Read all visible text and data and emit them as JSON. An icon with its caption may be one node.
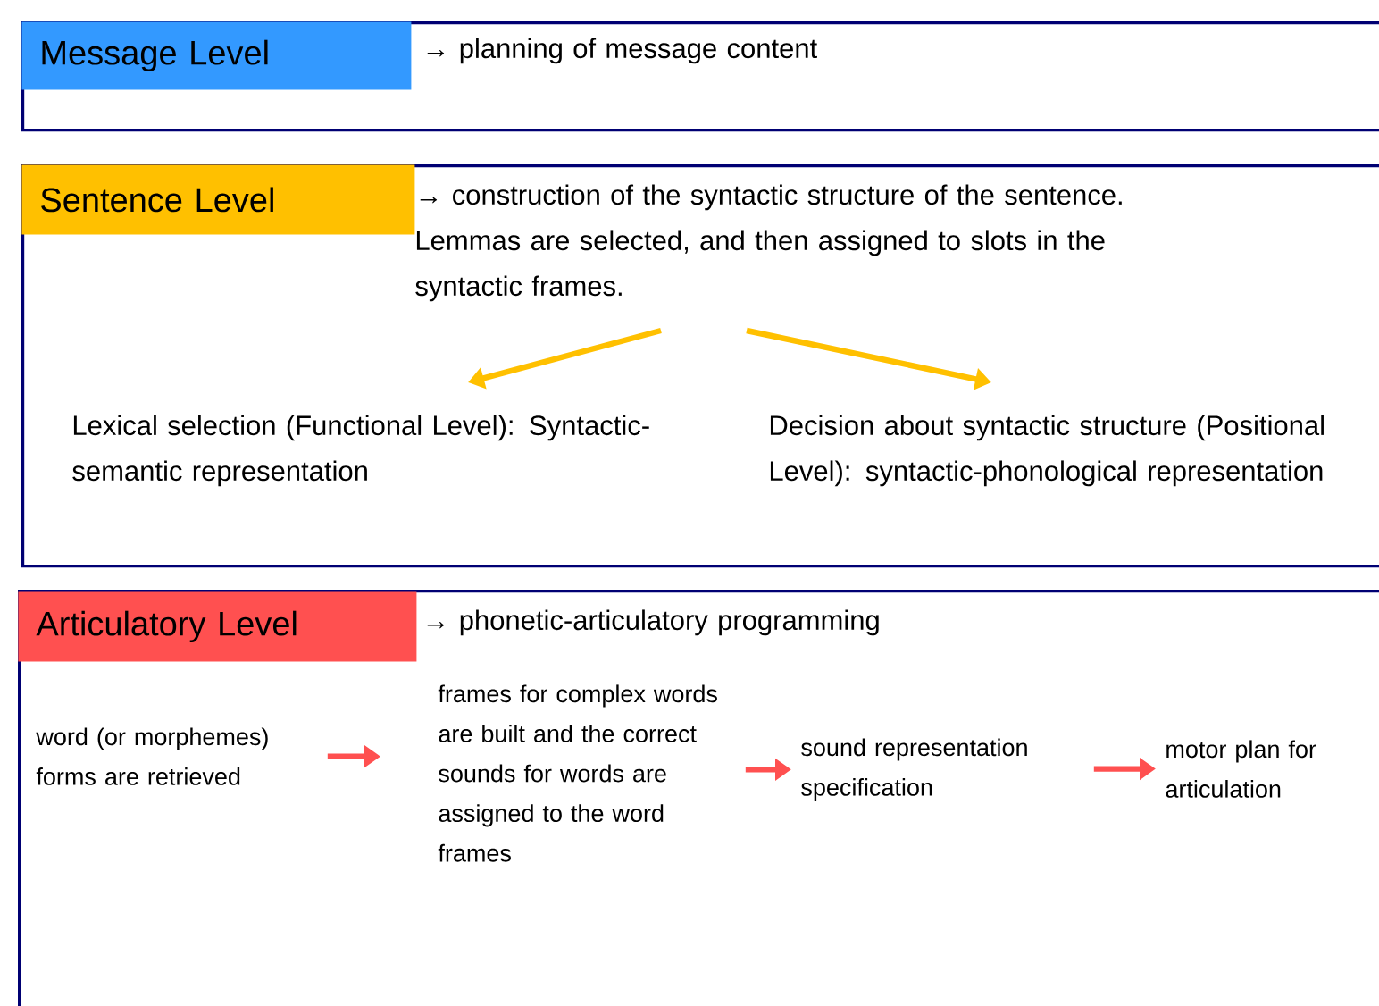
{
  "diagram": {
    "nodes": [
      {
        "text": [],
        "shape": "box"
      },
      {
        "text": [
          "Message Level"
        ],
        "in": 0
      },
      {
        "text": [
          "→ planning of message content"
        ],
        "in": 0
      },
      {
        "text": [],
        "shape": "box"
      },
      {
        "text": [
          "Sentence Level"
        ],
        "in": 3
      },
      {
        "text": [
          "→ construction of the syntactic structure of the sentence. Lemmas are selected, and then assigned to slots in the syntactic frames."
        ],
        "in": 3
      },
      {
        "text": [
          "Lexical selection (Functional Level): Syntactic-semantic representation"
        ],
        "in": 3
      },
      {
        "text": [
          "Decision about syntactic structure (Positional Level): syntactic-phonological representation"
        ],
        "in": 3
      },
      {
        "text": [],
        "shape": "box"
      },
      {
        "text": [
          "Articulatory Level"
        ],
        "in": 8
      },
      {
        "text": [
          "→ phonetic-articulatory programming"
        ],
        "in": 8
      },
      {
        "text": [
          "word (or morphemes) forms are retrieved"
        ],
        "in": 8
      },
      {
        "text": [
          "frames for complex words are built and the correct sounds for words are assigned to the word frames"
        ],
        "in": 8
      },
      {
        "text": [
          "sound representation specification"
        ],
        "in": 8
      },
      {
        "text": [
          "motor plan for articulation"
        ],
        "in": 8
      }
    ],
    "edges": [
      {
        "from": 5,
        "to": 6,
        "arrow": "to",
        "color": "#ffc000"
      },
      {
        "from": 5,
        "to": 7,
        "arrow": "to",
        "color": "#ffc000"
      },
      {
        "from": 11,
        "to": 12,
        "arrow": "to",
        "color": "#ff5050"
      },
      {
        "from": 12,
        "to": 13,
        "arrow": "to",
        "color": "#ff5050"
      },
      {
        "from": 13,
        "to": 14,
        "arrow": "to",
        "color": "#ff5050"
      }
    ]
  }
}
